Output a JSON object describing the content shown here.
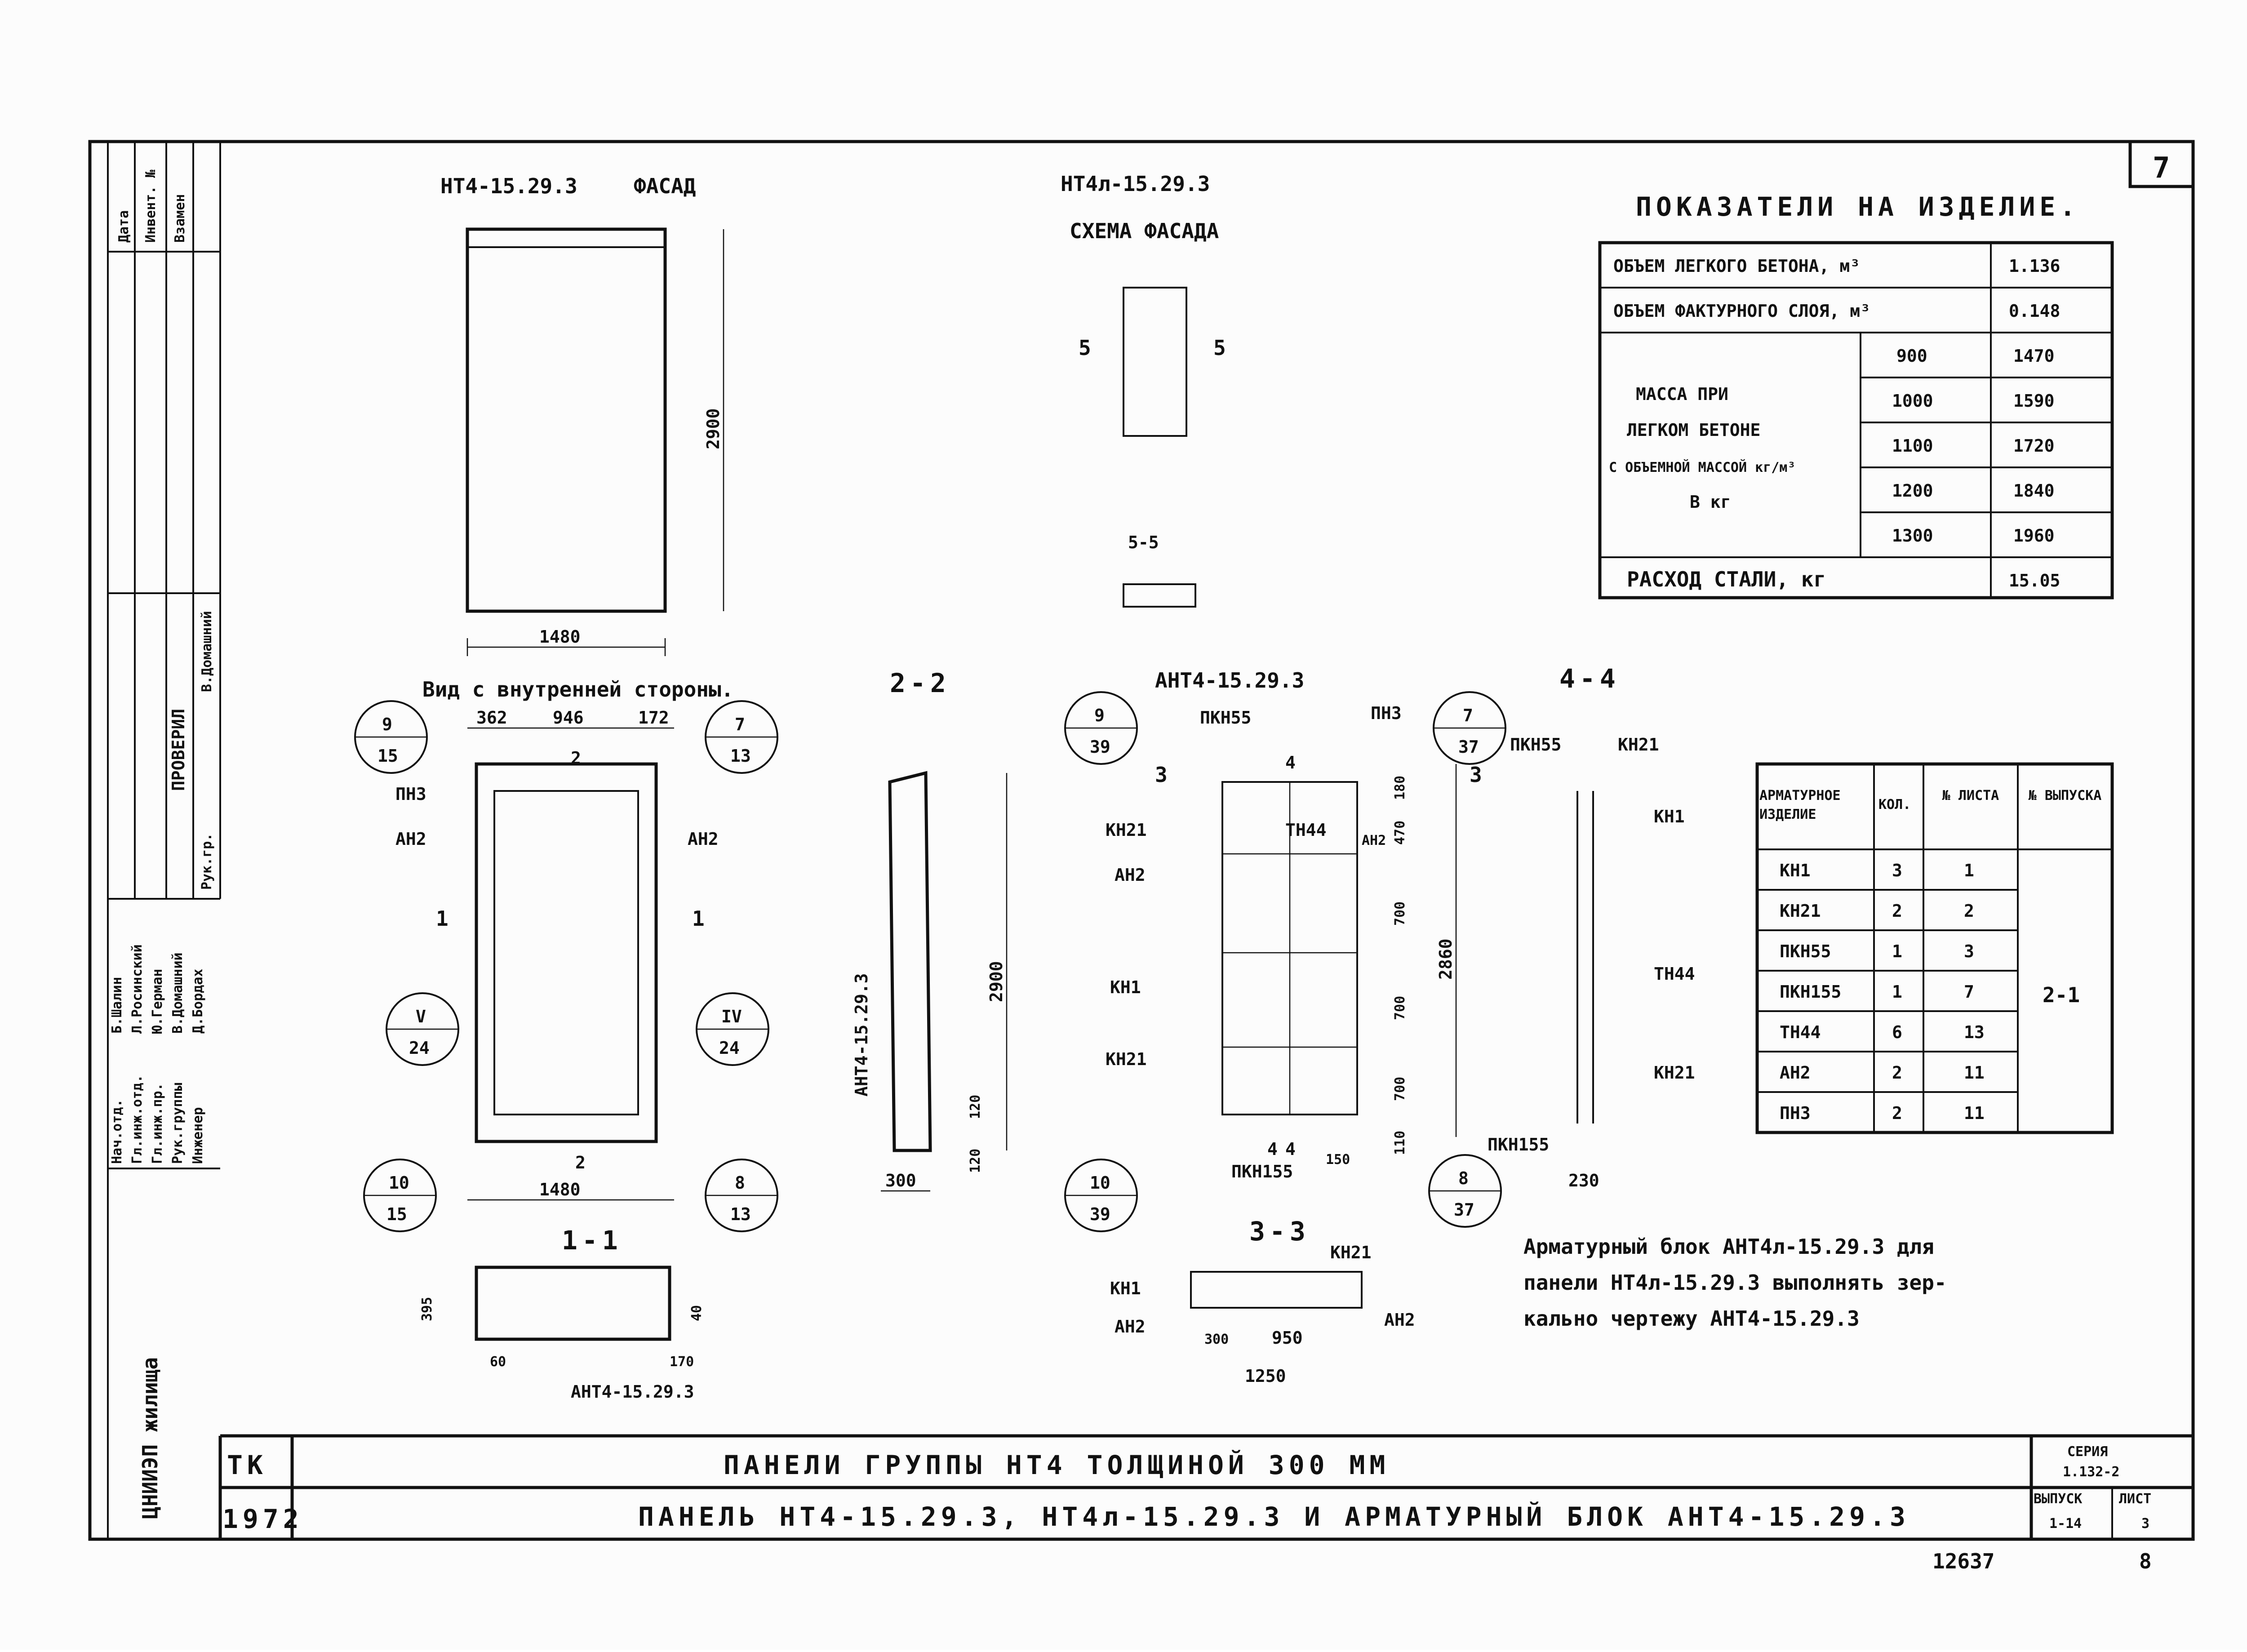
{
  "sheet_number": "7",
  "facade": {
    "mark": "НТ4-15.29.3",
    "title": "ФАСАД",
    "width": "1480",
    "height": "2900"
  },
  "mirror_scheme": {
    "mark": "НТ4л-15.29.3",
    "title": "СХЕМА ФАСАДА",
    "cut_left": "5",
    "cut_right": "5",
    "section_label": "5-5"
  },
  "indicators": {
    "title": "ПОКАЗАТЕЛИ НА ИЗДЕЛИЕ.",
    "rows": [
      {
        "label": "ОБЪЕМ ЛЕГКОГО БЕТОНА, м³",
        "value": "1.136"
      },
      {
        "label": "ОБЪЕМ ФАКТУРНОГО СЛОЯ, м³",
        "value": "0.148"
      }
    ],
    "mass_label": [
      "МАССА ПРИ",
      "ЛЕГКОМ БЕТОНЕ",
      "С ОБЪЕМНОЙ МАССОЙ кг/м³",
      "В кг"
    ],
    "mass_rows": [
      {
        "density": "900",
        "mass": "1470"
      },
      {
        "density": "1000",
        "mass": "1590"
      },
      {
        "density": "1100",
        "mass": "1720"
      },
      {
        "density": "1200",
        "mass": "1840"
      },
      {
        "density": "1300",
        "mass": "1960"
      }
    ],
    "steel_label": "РАСХОД СТАЛИ, кг",
    "steel_value": "15.05"
  },
  "inner_view": {
    "title": "Вид с внутренней стороны.",
    "dims_top": [
      "362",
      "946",
      "172"
    ],
    "dim_bottom": "1480",
    "label_pn3": "ПН3",
    "label_an2_left": "АН2",
    "label_an2_right": "АН2",
    "cut_1_left": "1",
    "cut_1_right": "1",
    "cut_2_top": "2",
    "cut_2_bottom": "2",
    "nodes": [
      {
        "top": "9",
        "bottom": "15"
      },
      {
        "top": "7",
        "bottom": "13"
      },
      {
        "top": "V",
        "bottom": "24"
      },
      {
        "top": "IV",
        "bottom": "24"
      },
      {
        "top": "10",
        "bottom": "15"
      },
      {
        "top": "8",
        "bottom": "13"
      }
    ],
    "section_label": "1-1"
  },
  "section_2_2": {
    "label": "2-2",
    "block_mark": "АНТ4-15.29.3",
    "height": "2900",
    "dim_a": "120",
    "dim_b": "120",
    "width": "300"
  },
  "block": {
    "mark": "АНТ4-15.29.3",
    "labels": [
      "ПКН55",
      "ПН3",
      "КН21",
      "АН2",
      "ТН44",
      "АН2",
      "КН1",
      "КН21",
      "ПКН155"
    ],
    "dims_right": [
      "180",
      "470",
      "700",
      "700",
      "700",
      "110"
    ],
    "total_height": "2860",
    "dim_bottom_a": "4",
    "dim_bottom_b": "150",
    "cut_3_left": "3",
    "cut_3_right": "3",
    "cut_4_top": "4",
    "cut_4_bottom": "4",
    "nodes": [
      {
        "top": "9",
        "bottom": "39"
      },
      {
        "top": "7",
        "bottom": "37"
      },
      {
        "top": "10",
        "bottom": "39"
      },
      {
        "top": "8",
        "bottom": "37"
      }
    ]
  },
  "section_4_4": {
    "label": "4-4",
    "labels": [
      "ПКН55",
      "КН21",
      "КН1",
      "ТН44",
      "КН21",
      "ПКН155"
    ],
    "width": "230"
  },
  "section_1_1": {
    "dims": [
      "395",
      "40",
      "60",
      "170"
    ],
    "mark": "АНТ4-15.29.3"
  },
  "section_3_3": {
    "label": "3-3",
    "labels": [
      "КН21",
      "КН1",
      "АН2",
      "АН2"
    ],
    "dims": [
      "300",
      "950",
      "1250"
    ]
  },
  "rebar_table": {
    "headers": [
      "АРМАТУРНОЕ ИЗДЕЛИЕ",
      "КОЛ.",
      "№ ЛИСТА",
      "№ ВЫПУСКА"
    ],
    "rows": [
      [
        "КН1",
        "3",
        "1"
      ],
      [
        "КН21",
        "2",
        "2"
      ],
      [
        "ПКН55",
        "1",
        "3"
      ],
      [
        "ПКН155",
        "1",
        "7"
      ],
      [
        "ТН44",
        "6",
        "13"
      ],
      [
        "АН2",
        "2",
        "11"
      ],
      [
        "ПН3",
        "2",
        "11"
      ]
    ],
    "issue": "2-1"
  },
  "note": [
    "Арматурный блок АНТ4л-15.29.3 для",
    "панели НТ4л-15.29.3 выполнять зер-",
    "кально чертежу АНТ4-15.29.3"
  ],
  "stamp": {
    "org": "ЦНИИЭП жилища",
    "col_headers": [
      "Дата",
      "Инвент. №",
      "Взамен"
    ],
    "checked_label": "ПРОВЕРИЛ",
    "checked_role": "Рук.гр.",
    "checked_name": "В.Домашний",
    "roles": [
      "Нач.отд.",
      "Гл.инж.отд.",
      "Гл.инж.пр.",
      "Рук.группы",
      "Инженер"
    ],
    "names": [
      "Б.Шалин",
      "Л.Росинский",
      "Ю.Герман",
      "В.Домашний",
      "Д.Бордах"
    ],
    "tk": "ТК",
    "year": "1972",
    "title_1": "ПАНЕЛИ ГРУППЫ НТ4 ТОЛЩИНОЙ 300 ММ",
    "title_2": "ПАНЕЛЬ НТ4-15.29.3, НТ4л-15.29.3 И АРМАТУРНЫЙ БЛОК АНТ4-15.29.3",
    "series_label": "СЕРИЯ",
    "series_value": "1.132-2",
    "issue_label": "ВЫПУСК",
    "issue_value": "1-14",
    "sheet_label": "ЛИСТ",
    "sheet_value": "3"
  },
  "footer_code": "12637",
  "footer_page": "8"
}
